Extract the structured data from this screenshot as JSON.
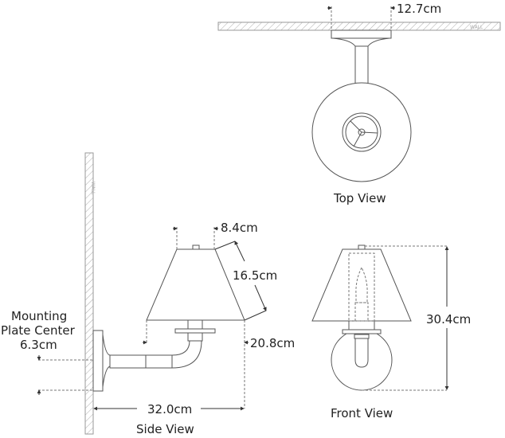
{
  "top_view": {
    "title": "Top View",
    "width_dimension": "12.7cm",
    "wall_label": "WALL"
  },
  "side_view": {
    "title": "Side View",
    "shade_top_dimension": "8.4cm",
    "shade_slant_dimension": "16.5cm",
    "height_dimension": "20.8cm",
    "projection_dimension": "32.0cm",
    "mounting_label_line1": "Mounting",
    "mounting_label_line2": "Plate Center",
    "mounting_dimension": "6.3cm",
    "wall_label": "WALL"
  },
  "front_view": {
    "title": "Front View",
    "height_dimension": "30.4cm"
  }
}
